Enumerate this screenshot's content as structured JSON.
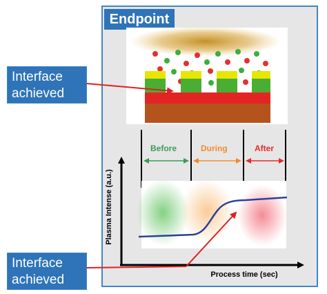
{
  "title": "Endpoint",
  "callouts": {
    "top": "Interface\nachieved",
    "bottom": "Interface\nachieved"
  },
  "phases": {
    "before": "Before",
    "during": "During",
    "after": "After"
  },
  "axes": {
    "y_label": "Plasma Intense (a.u.)",
    "x_label": "Process time (sec)"
  },
  "colors": {
    "frame": "#3f86c8",
    "title_bg": "#2f73b8",
    "before": "#3c9a5a",
    "during": "#f08b30",
    "after": "#e52a2a",
    "curve": "#2c3f9a",
    "arrow": "#e02020"
  }
}
